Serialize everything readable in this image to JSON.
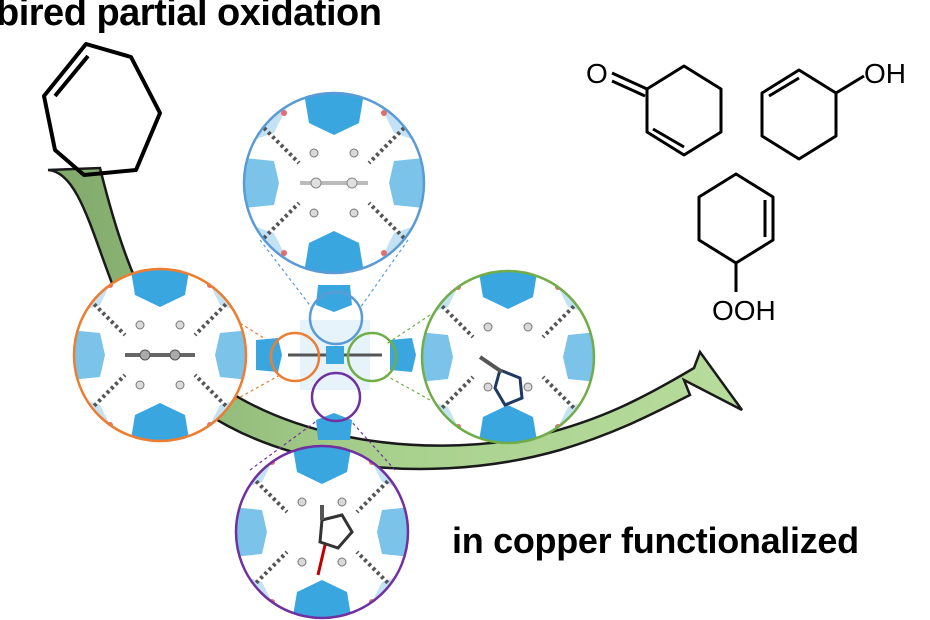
{
  "headline": "bired partial oxidation",
  "subline": "in copper functionalized",
  "molecules": {
    "enone_label": "O",
    "allylic_alcohol_label": "OH",
    "hydroperoxide_label": "OOH"
  },
  "colors": {
    "arrow_fill": "#a9d18e",
    "arrow_stroke": "#1a1a1a",
    "cluster_blue": "#3aa6e0",
    "cluster_light": "#b9def3",
    "ring_top": "#5b9bd5",
    "ring_left": "#ed7d31",
    "ring_right": "#70ad47",
    "ring_bottom": "#7030a0"
  }
}
